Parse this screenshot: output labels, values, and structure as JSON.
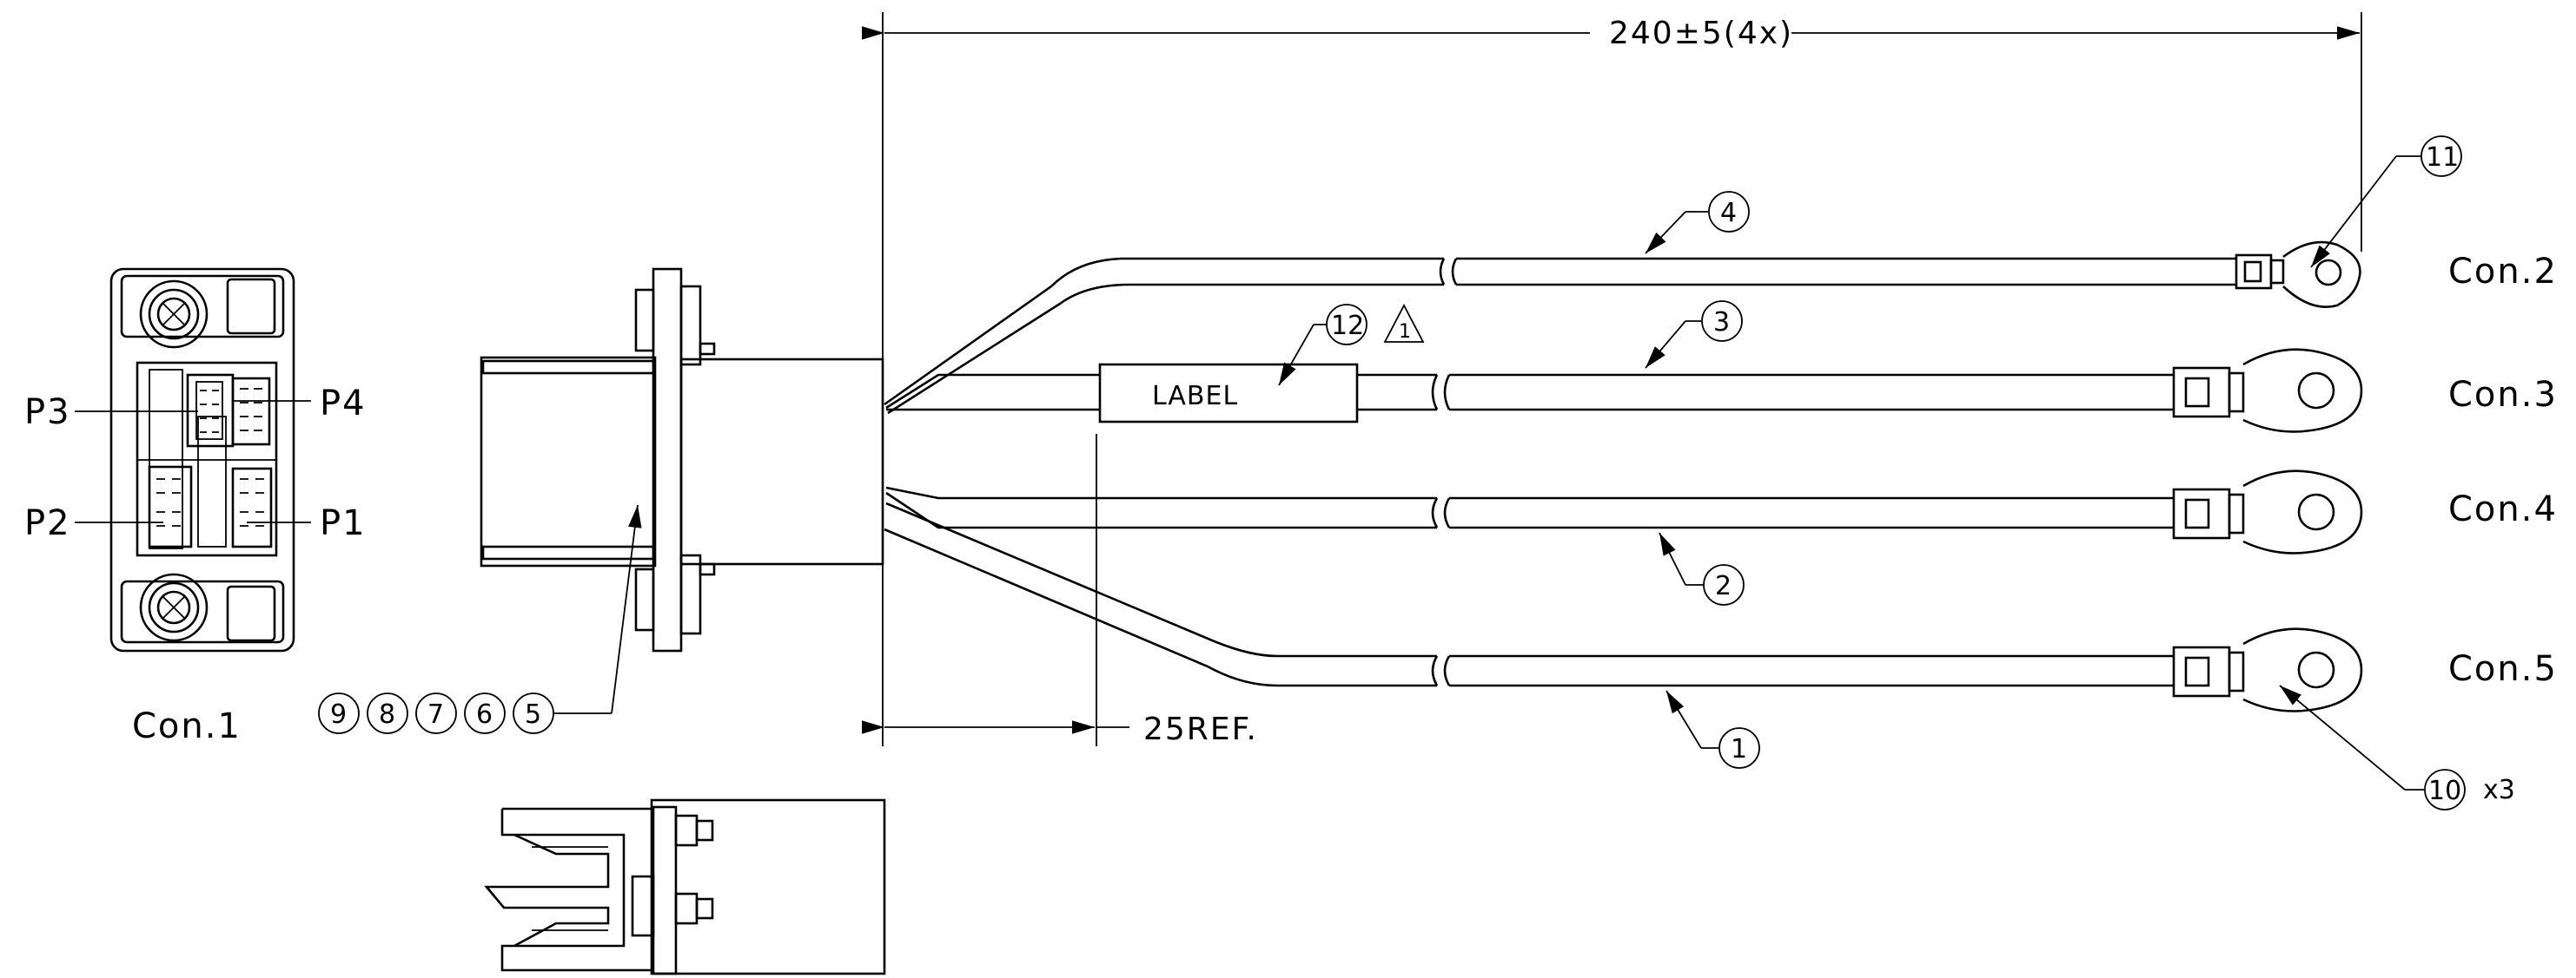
{
  "dimensions": {
    "overall_length": "240±5(4x)",
    "breakout_ref": "25REF."
  },
  "connectors": {
    "con1": "Con.1",
    "con2": "Con.2",
    "con3": "Con.3",
    "con4": "Con.4",
    "con5": "Con.5"
  },
  "pins": {
    "p1": "P1",
    "p2": "P2",
    "p3": "P3",
    "p4": "P4"
  },
  "label_text": "LABEL",
  "balloons": {
    "b1": "1",
    "b2": "2",
    "b3": "3",
    "b4": "4",
    "b5": "5",
    "b6": "6",
    "b7": "7",
    "b8": "8",
    "b9": "9",
    "b10": "10",
    "b10_qty": "x3",
    "b11": "11",
    "b12": "12",
    "rev_flag": "1"
  }
}
